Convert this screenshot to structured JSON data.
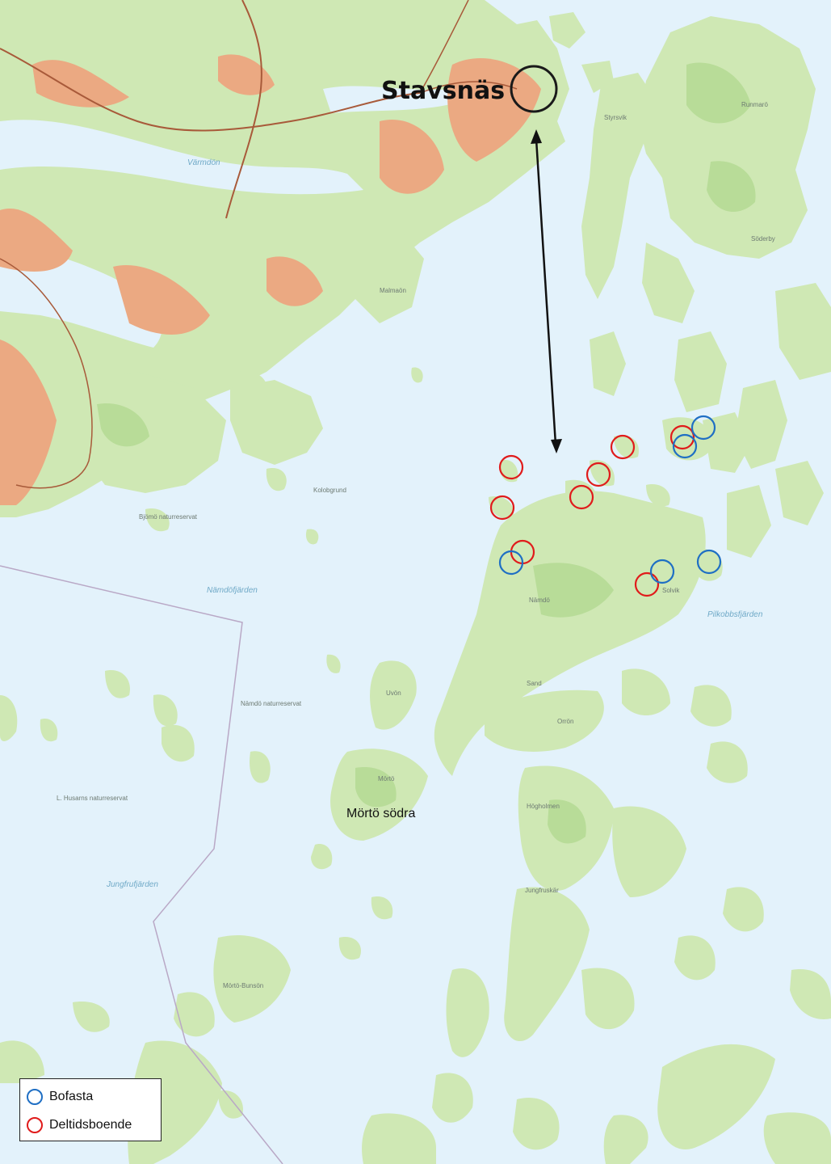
{
  "colors": {
    "water": "#e3f2fb",
    "land": "#cfe8b4",
    "forest": "#b8dc98",
    "urban": "#eba982",
    "road": "#a85a3a",
    "bofasta": "#1f6fc4",
    "deltidsboende": "#e01b1b"
  },
  "map": {
    "main_label": "Stavsnäs",
    "secondary_label": "Mörtö södra",
    "place_labels": [
      "Runmarö",
      "Nämdö",
      "Mörtö",
      "Uvön",
      "Orrön",
      "Jungfruskär",
      "Mörtö-Bunsön",
      "Bjömö naturreservat",
      "Nämdö naturreservat",
      "L. Husarns naturreservat",
      "Kolobgrund",
      "Malmaön",
      "Högholmen",
      "Söderby",
      "Styrsvik",
      "Sand",
      "Solvik"
    ],
    "water_labels": [
      "Nämdöfjärden",
      "Jungfrufjärden",
      "Pilkobbsfjärden",
      "Värmdön"
    ]
  },
  "legend": {
    "items": [
      {
        "label": "Bofasta",
        "icon": "blue-circle-icon"
      },
      {
        "label": "Deltidsboende",
        "icon": "red-circle-icon"
      }
    ]
  }
}
